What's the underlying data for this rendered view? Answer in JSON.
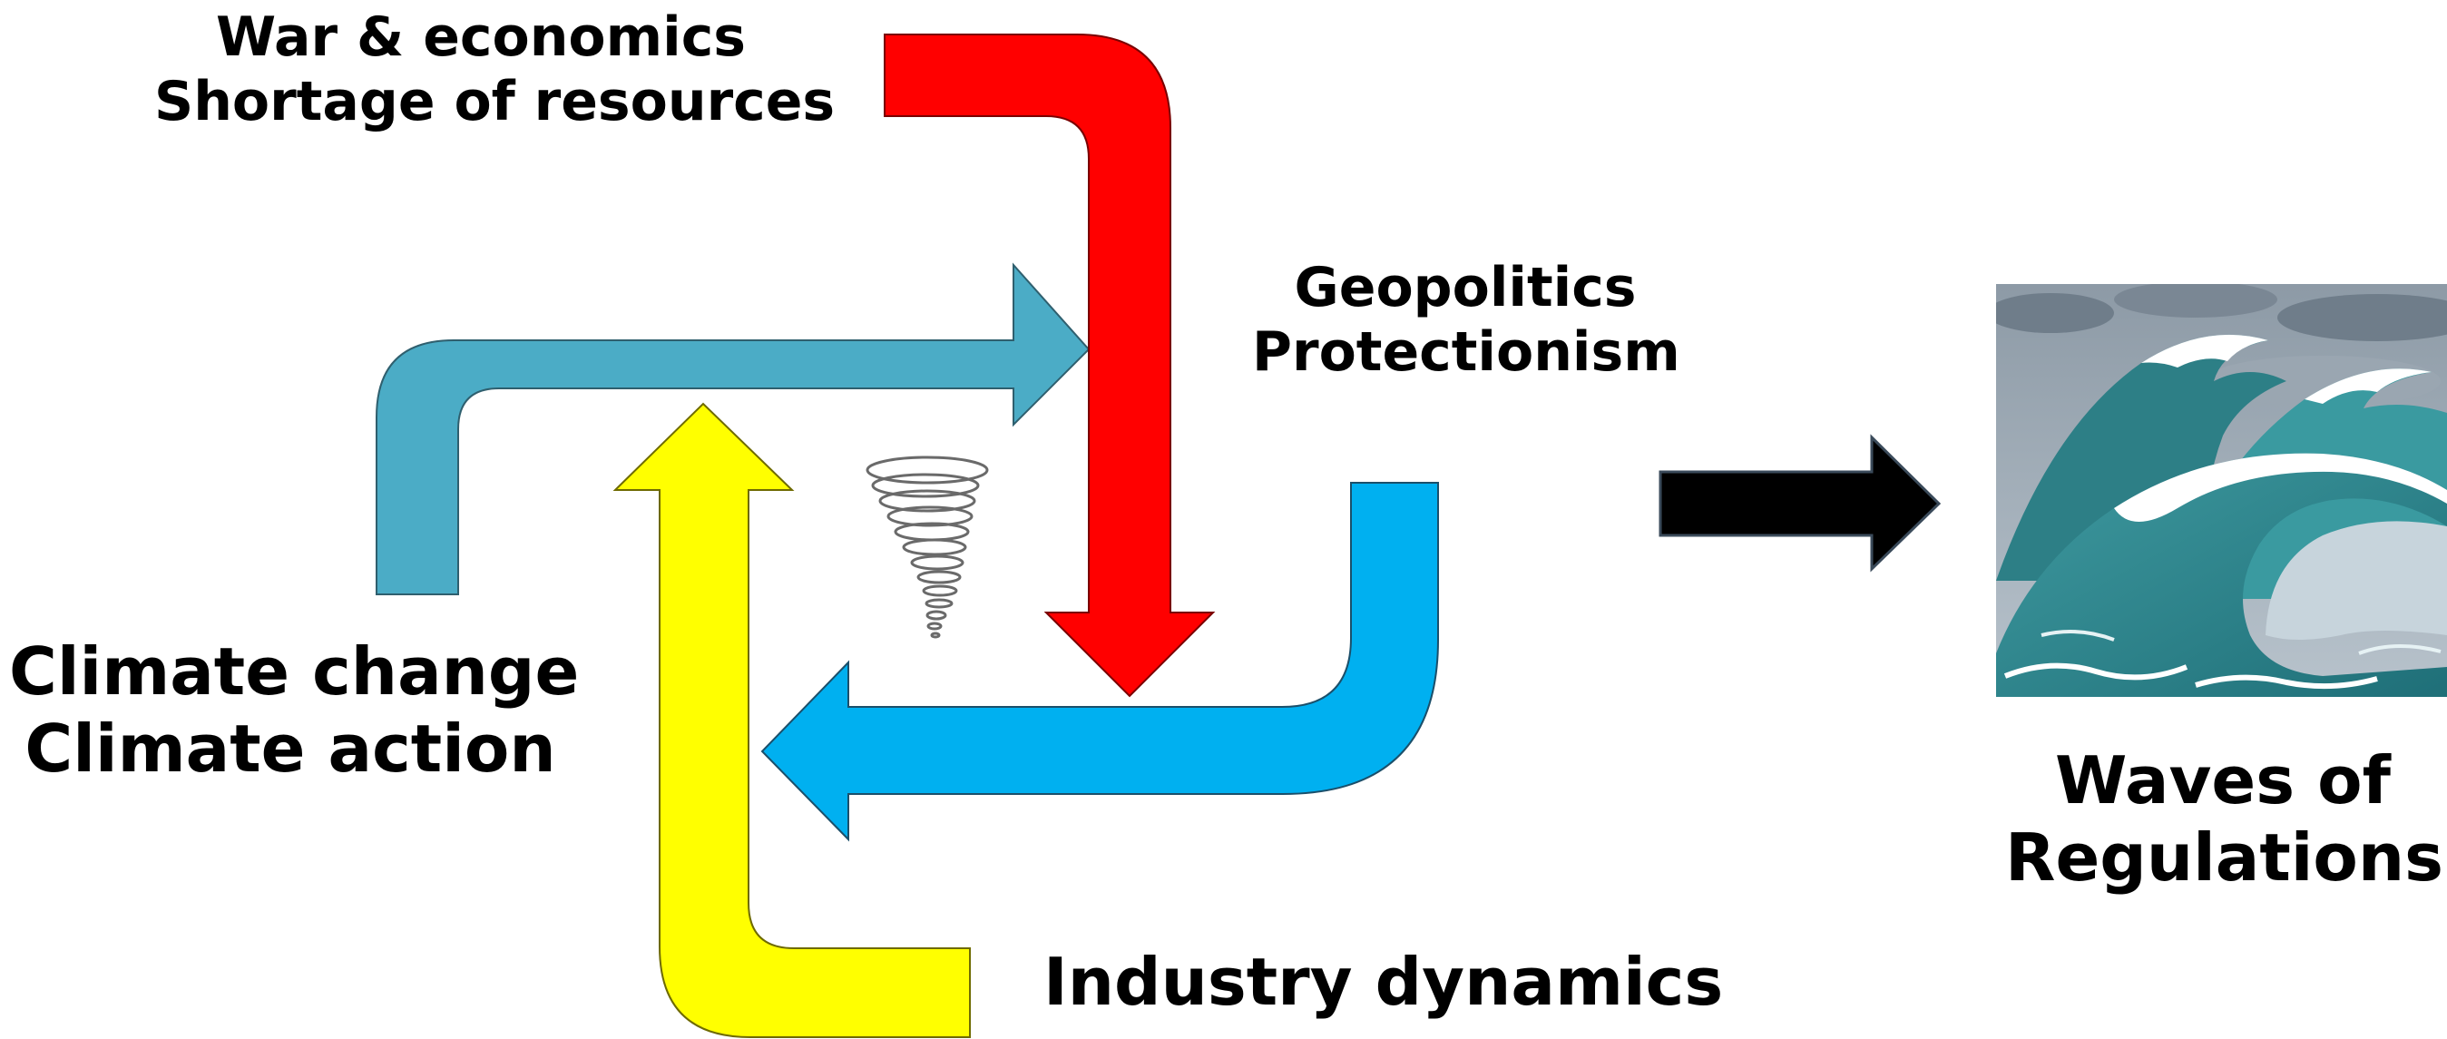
{
  "drivers": {
    "war": {
      "line1": "War & economics",
      "line2": "Shortage of resources",
      "color": "#ff0000"
    },
    "geopolitics": {
      "line1": "Geopolitics",
      "line2": "Protectionism",
      "color": "#00b0f0"
    },
    "climate": {
      "line1": "Climate change",
      "line2": "Climate action",
      "color": "#4bacc6"
    },
    "industry": {
      "line1": "Industry dynamics",
      "color": "#ffff00"
    }
  },
  "result": {
    "line1": "Waves of",
    "line2": "Regulations",
    "arrow_color": "#000000"
  },
  "icons": {
    "center": "tornado-icon",
    "result_image": "ocean-waves-image"
  }
}
